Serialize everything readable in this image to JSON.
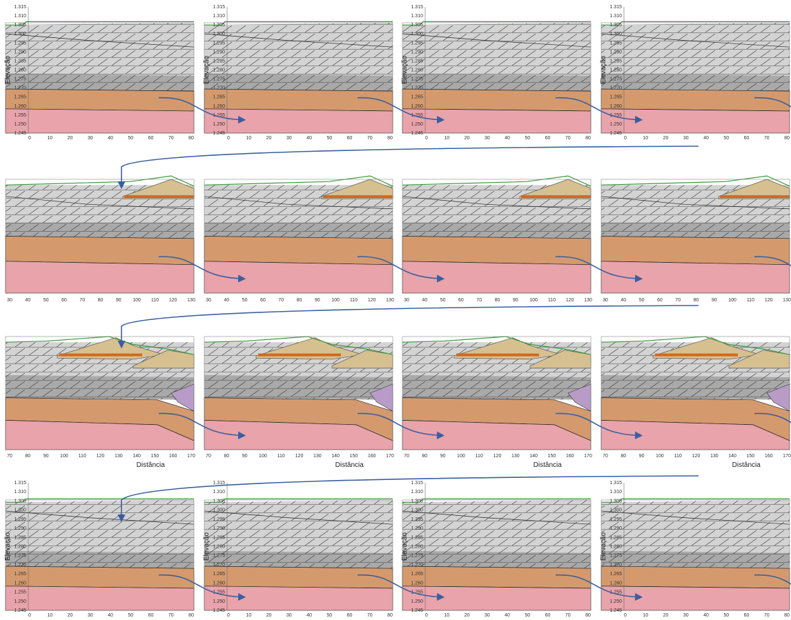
{
  "labels": {
    "y_axis": "Elevação",
    "x_axis": "Distância"
  },
  "y_ticks": [
    "1.315",
    "1.310",
    "1.305",
    "1.300",
    "1.295",
    "1.290",
    "1.285",
    "1.280",
    "1.275",
    "1.270",
    "1.265",
    "1.260",
    "1.255",
    "1.250",
    "1.245"
  ],
  "rows": [
    {
      "name": "row-1",
      "x_ticks": [
        "0",
        "10",
        "20",
        "30",
        "40",
        "50",
        "60",
        "70",
        "80"
      ],
      "show_y": true,
      "show_x_label": false,
      "stage": "initial"
    },
    {
      "name": "row-2",
      "x_ticks": [
        "30",
        "40",
        "50",
        "60",
        "70",
        "80",
        "90",
        "100",
        "110",
        "120",
        "130"
      ],
      "show_y": false,
      "show_x_label": false,
      "stage": "first-lift"
    },
    {
      "name": "row-3",
      "x_ticks": [
        "70",
        "80",
        "90",
        "100",
        "110",
        "120",
        "130",
        "140",
        "150",
        "160",
        "170"
      ],
      "show_y": false,
      "show_x_label": true,
      "stage": "second-lift"
    },
    {
      "name": "row-4",
      "x_ticks": [
        "0",
        "10",
        "20",
        "30",
        "40",
        "50",
        "60",
        "70",
        "80"
      ],
      "show_y": true,
      "show_x_label": false,
      "stage": "initial"
    }
  ],
  "colors": {
    "hatch_light": "#d3d3d3",
    "hatch_dark": "#a9a9a9",
    "clay_orange": "#d49a6e",
    "rock_pink": "#e9a3ab",
    "fill_tan": "#d7c08f",
    "drain_orange": "#d2691e",
    "lens_purple": "#b89cc7",
    "top_green": "#3a9a3a",
    "arrow_blue": "#3a5fa0"
  }
}
